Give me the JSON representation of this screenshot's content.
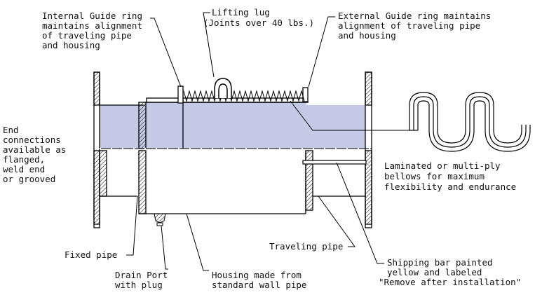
{
  "colors": {
    "fill": "#c4cae6",
    "line": "#000000",
    "background": "#ffffff"
  },
  "labels": {
    "internal_guide": [
      "Internal Guide ring",
      "maintains alignment",
      "of traveling pipe",
      "and housing"
    ],
    "lifting_lug": [
      "Lifting lug",
      "(Joints over 40 lbs.)"
    ],
    "external_guide": [
      "External Guide ring maintains",
      "alignment of traveling pipe",
      "and housing"
    ],
    "end_connections": [
      "End",
      "connections",
      "available as",
      "flanged,",
      "weld end",
      "or grooved"
    ],
    "bellows": [
      "Laminated or multi-ply",
      "bellows for maximum",
      "flexibility and endurance"
    ],
    "fixed_pipe": [
      "Fixed pipe"
    ],
    "traveling_pipe": [
      "Traveling pipe"
    ],
    "shipping_bar": [
      "Shipping bar painted",
      "yellow and labeled",
      "\"Remove after installation\""
    ],
    "drain_port": [
      "Drain Port",
      "with plug"
    ],
    "housing": [
      "Housing made from",
      "standard wall pipe"
    ]
  },
  "icons": {
    "bellows_detail": "bellows-convolution-icon",
    "lug": "lifting-lug-icon",
    "drain": "drain-plug-icon"
  }
}
